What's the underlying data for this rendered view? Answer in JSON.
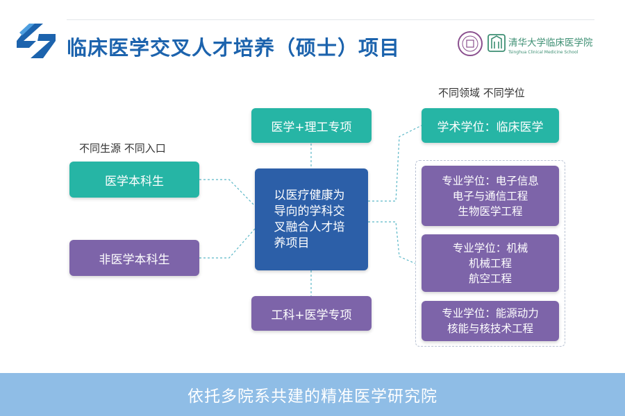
{
  "header": {
    "title": "临床医学交叉人才培养（硕士）项目",
    "brand_color": "#1c63ad",
    "institution_logo_text": "清华大学临床医学院",
    "institution_logo_subtext": "Tsinghua Clinical Medicine School"
  },
  "colors": {
    "teal": "#26b5a5",
    "purple": "#7d64a9",
    "center_blue": "#2c5fa8",
    "footer_blue": "#8fbde6"
  },
  "diagram": {
    "left_caption": "不同生源  不同入口",
    "right_caption": "不同领域  不同学位",
    "sources": [
      {
        "label": "医学本科生",
        "color": "teal"
      },
      {
        "label": "非医学本科生",
        "color": "purple"
      }
    ],
    "center": {
      "label": "以医疗健康为导向的学科交叉融合人才培养项目"
    },
    "top_track": {
      "label": "医学+理工专项"
    },
    "bottom_track": {
      "label": "工科+医学专项"
    },
    "academic_degree": {
      "label": "学术学位：临床医学"
    },
    "professional_degrees": [
      {
        "title": "专业学位：电子信息",
        "lines": [
          "电子与通信工程",
          "生物医学工程"
        ]
      },
      {
        "title": "专业学位：机械",
        "lines": [
          "机械工程",
          "航空工程"
        ]
      },
      {
        "title": "专业学位：能源动力",
        "lines": [
          "核能与核技术工程"
        ]
      }
    ]
  },
  "footer": {
    "text": "依托多院系共建的精准医学研究院"
  }
}
